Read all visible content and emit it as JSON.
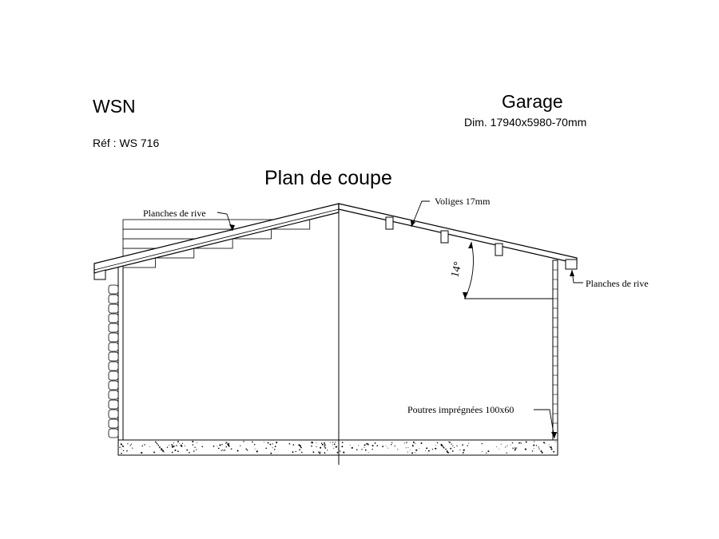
{
  "header": {
    "brand": "WSN",
    "reference": "Réf : WS 716",
    "title": "Garage",
    "dimensions": "Dim.  17940x5980-70mm"
  },
  "drawing": {
    "title": "Plan de coupe",
    "labels": {
      "planches_rive_left": "Planches de rive",
      "voliges": "Voliges 17mm",
      "planches_rive_right": "Planches de rive",
      "angle": "14°",
      "poutres": "Poutres imprégnées 100x60"
    }
  }
}
